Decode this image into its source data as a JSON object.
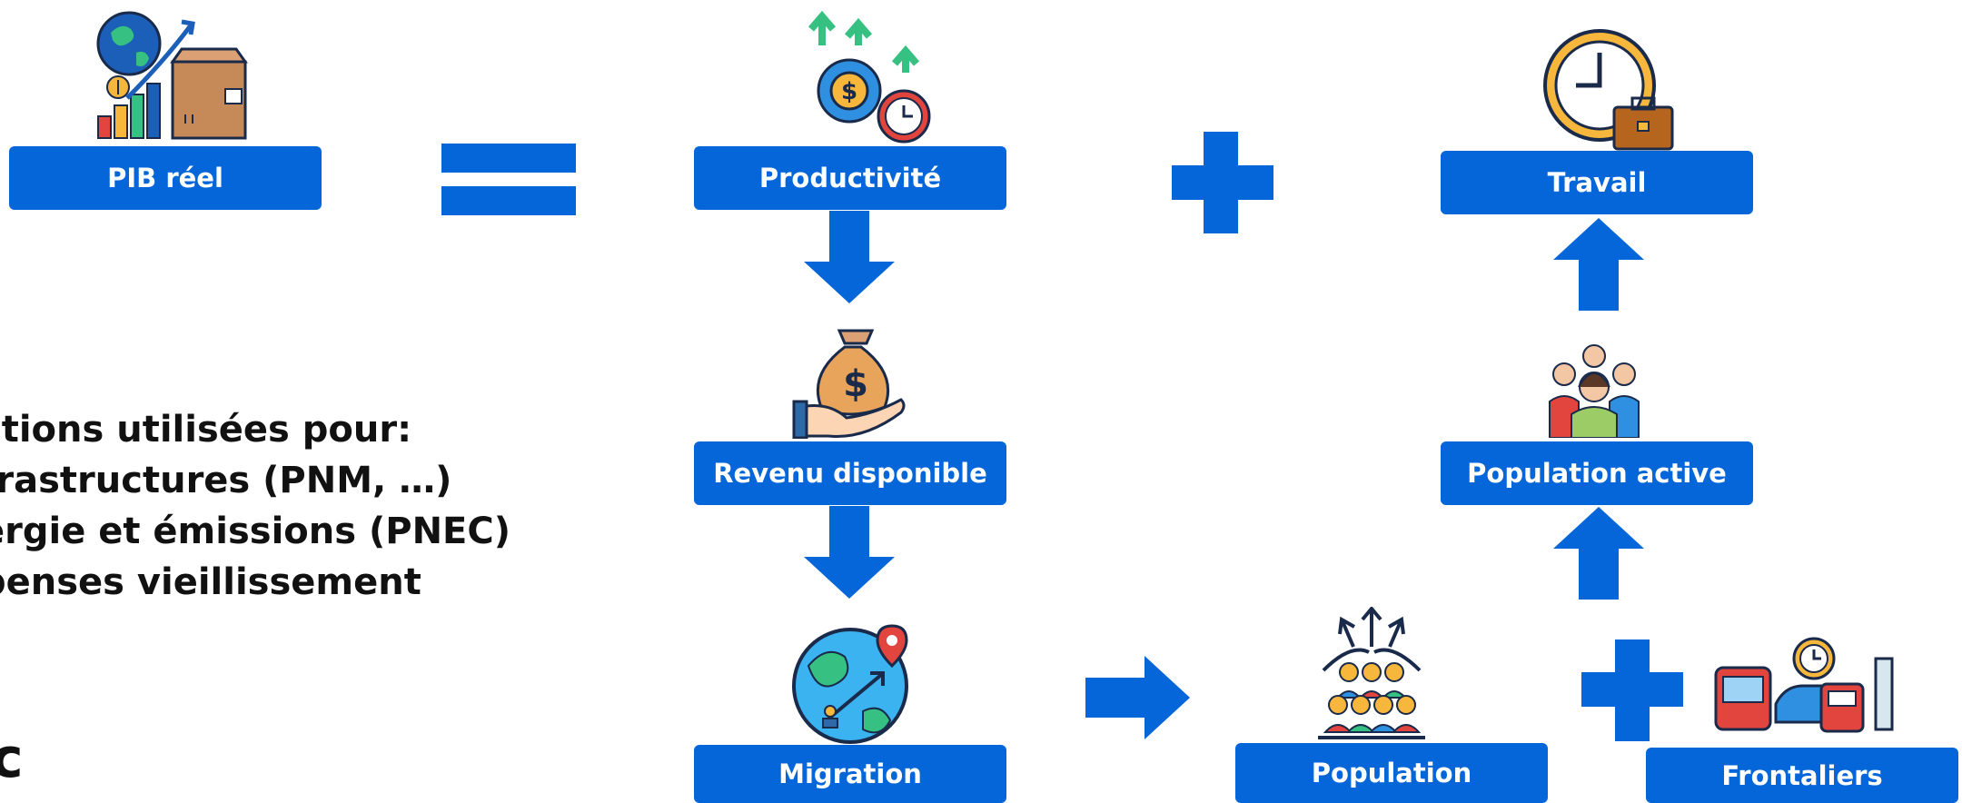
{
  "colors": {
    "accent": "#0566d9",
    "text": "#111111",
    "icon_blue": "#1c5fb8",
    "icon_green": "#36c182",
    "icon_brown": "#c58a57",
    "icon_gold": "#f6b73c",
    "icon_red": "#e2453d"
  },
  "nodes": {
    "pib": "PIB réel",
    "productivite": "Productivité",
    "travail": "Travail",
    "revenu": "Revenu disponible",
    "population_active": "Population active",
    "migration": "Migration",
    "population": "Population",
    "frontaliers": "Frontaliers"
  },
  "side_text": {
    "lines": [
      "ctions utilisées pour:",
      "frastructures (PNM, …)",
      "ergie et émissions (PNEC)",
      "penses vieillissement"
    ],
    "corner": "c"
  },
  "icons": {
    "pib": "gdp-growth-icon",
    "productivite": "productivity-gear-icon",
    "travail": "clock-briefcase-icon",
    "revenu": "money-bag-hand-icon",
    "population_active": "working-people-icon",
    "migration": "globe-migration-icon",
    "population": "population-growth-icon",
    "frontaliers": "transport-commuters-icon"
  }
}
